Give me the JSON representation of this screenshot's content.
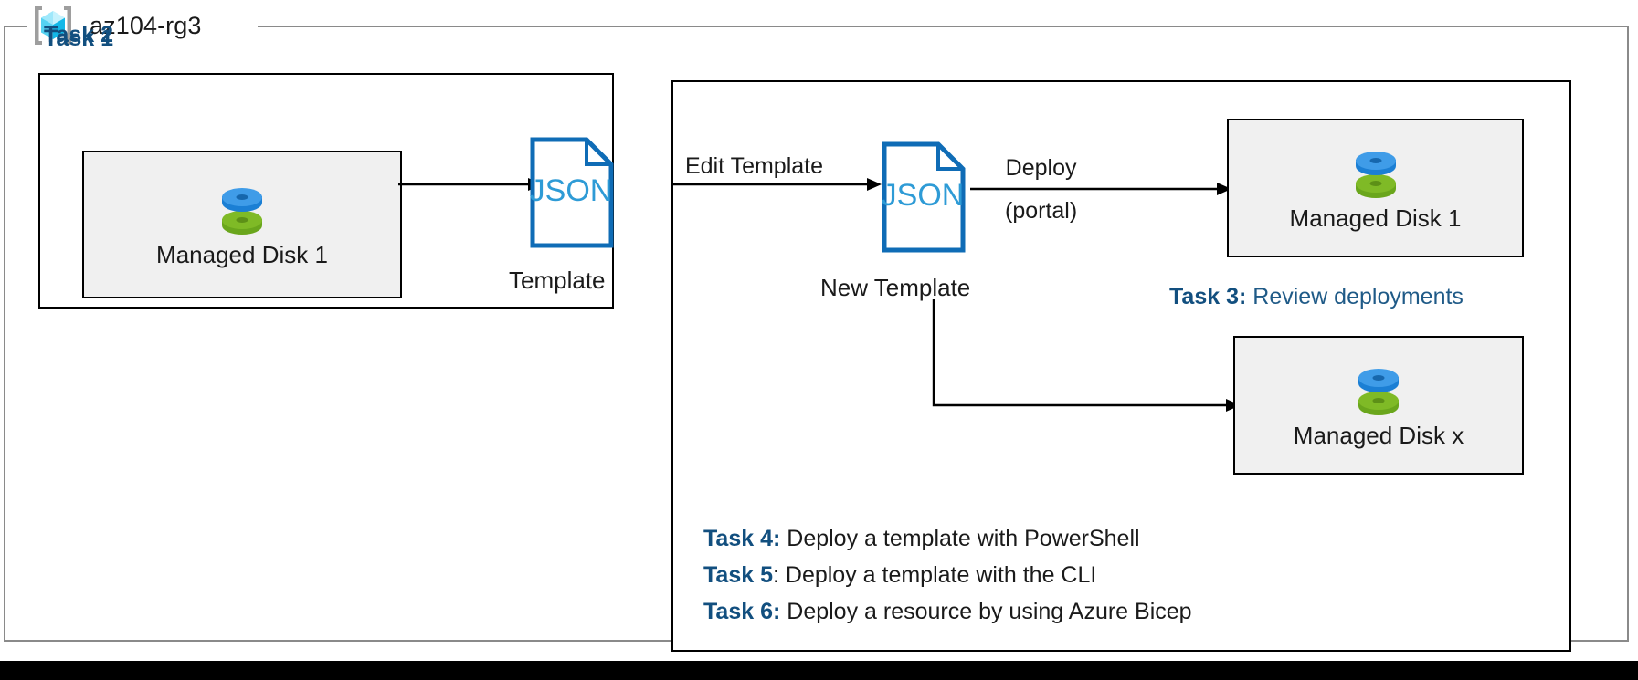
{
  "resource_group": {
    "name": "az104-rg3",
    "icon": "azure-resource-group-icon"
  },
  "task1": {
    "title": "Task 1",
    "disk_label": "Managed Disk 1",
    "template_doc_text": "JSON",
    "template_caption": "Template"
  },
  "task2": {
    "title": "Task 2",
    "edit_arrow_label": "Edit Template",
    "new_template_doc_text": "JSON",
    "new_template_caption": "New Template",
    "deploy_arrow_label_line1": "Deploy",
    "deploy_arrow_label_line2": "(portal)",
    "disk_label_top": "Managed Disk 1",
    "disk_label_bottom": "Managed Disk x"
  },
  "notes": [
    {
      "key": "Task 3:",
      "sep": "",
      "value": " Review deployments",
      "style": "blue"
    },
    {
      "key": "Task 4:",
      "sep": "",
      "value": " Deploy a template with PowerShell",
      "style": "dark"
    },
    {
      "key": "Task 5",
      "sep": ":",
      "value": " Deploy a template with the CLI",
      "style": "dark"
    },
    {
      "key": "Task 6:",
      "sep": "",
      "value": " Deploy a resource by using Azure Bicep",
      "style": "dark"
    }
  ],
  "colors": {
    "task_heading_blue": "#124f7f",
    "note_blue": "#1f5a87",
    "json_outline_blue": "#0f6cb6",
    "json_text_blue": "#2e9bd6",
    "disk_blue": "#3f9ce8",
    "disk_green": "#7fba26",
    "resource_box_fill": "#f0f0f0",
    "frame_gray": "#8a8a8a",
    "line_black": "#000000"
  }
}
